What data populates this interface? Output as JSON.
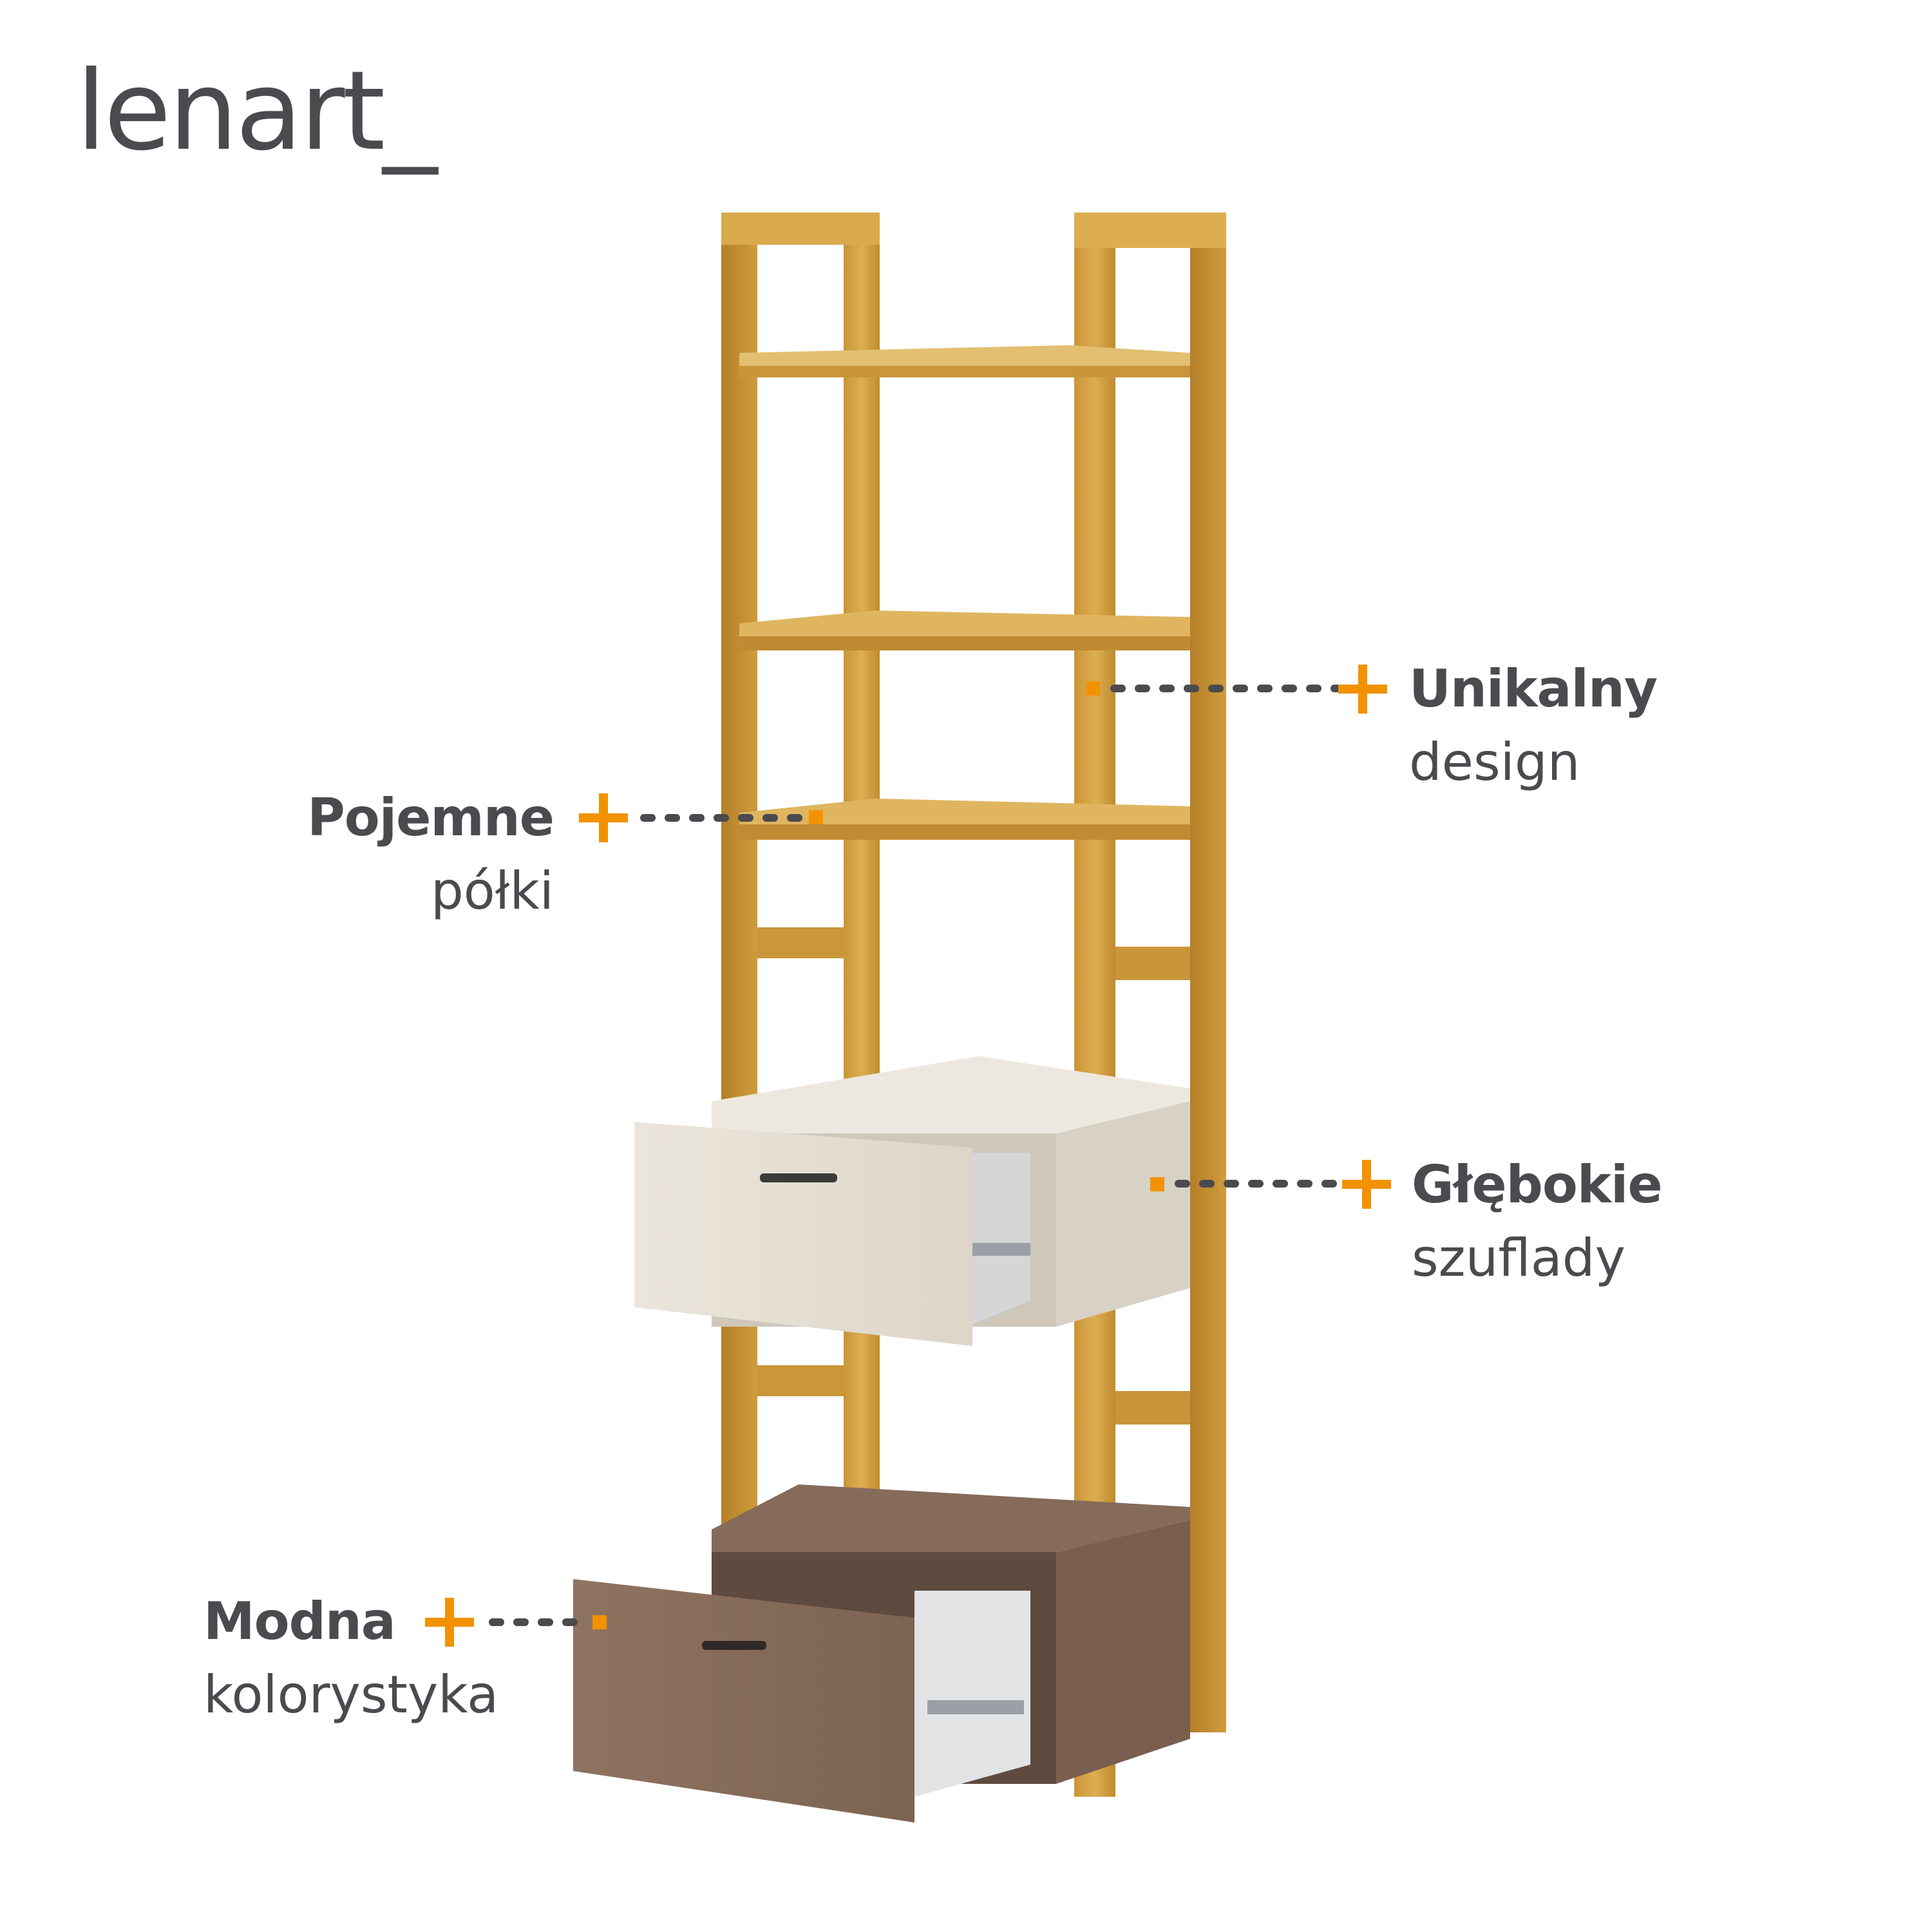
{
  "brand": {
    "logo_text": "lenart_"
  },
  "features": [
    {
      "title": "Unikalny",
      "subtitle": "design"
    },
    {
      "title": "Pojemne",
      "subtitle": "półki"
    },
    {
      "title": "Głębokie",
      "subtitle": "szuflady"
    },
    {
      "title": "Modna",
      "subtitle": "kolorystyka"
    }
  ],
  "colors": {
    "accent": "#f29200",
    "text": "#4a4a4f",
    "oak": "#d7a645",
    "oak_dark": "#b07d2a",
    "cream": "#e6e0d6",
    "brown": "#8a7060",
    "dots": "#4a4a4f"
  }
}
